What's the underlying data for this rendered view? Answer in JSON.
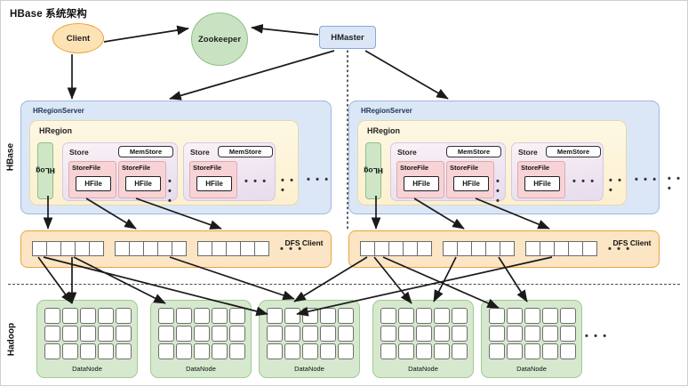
{
  "title": "HBase 系统架构",
  "side_labels": {
    "hbase": "HBase",
    "hadoop": "Hadoop"
  },
  "top_nodes": {
    "client": "Client",
    "zookeeper": "Zookeeper",
    "hmaster": "HMaster"
  },
  "region_servers": [
    {
      "title": "HRegionServer",
      "hregion_title": "HRegion",
      "hlog": "HLog",
      "stores": [
        {
          "title": "Store",
          "memstore": "MemStore",
          "storefiles": [
            {
              "title": "StoreFile",
              "hfile": "HFile"
            },
            {
              "title": "StoreFile",
              "hfile": "HFile"
            }
          ],
          "ellipsis": "• • •"
        },
        {
          "title": "Store",
          "memstore": "MemStore",
          "storefiles": [
            {
              "title": "StoreFile",
              "hfile": "HFile"
            }
          ],
          "ellipsis": "• • •"
        }
      ],
      "region_ellipsis": "• • •",
      "server_ellipsis": "• • •"
    },
    {
      "title": "HRegionServer",
      "hregion_title": "HRegion",
      "hlog": "HLog",
      "stores": [
        {
          "title": "Store",
          "memstore": "MemStore",
          "storefiles": [
            {
              "title": "StoreFile",
              "hfile": "HFile"
            },
            {
              "title": "StoreFile",
              "hfile": "HFile"
            }
          ],
          "ellipsis": "• • •"
        },
        {
          "title": "Store",
          "memstore": "MemStore",
          "storefiles": [
            {
              "title": "StoreFile",
              "hfile": "HFile"
            }
          ],
          "ellipsis": "• • •"
        }
      ],
      "region_ellipsis": "• • •",
      "server_ellipsis": "• • •"
    }
  ],
  "outer_ellipsis": "• • •",
  "dfs_clients": [
    {
      "label": "DFS Client",
      "groups": 3,
      "cells_per_group": 5,
      "ellipsis": "• • •"
    },
    {
      "label": "DFS Client",
      "groups": 3,
      "cells_per_group": 5,
      "ellipsis": "• • •"
    }
  ],
  "datanodes": [
    {
      "label": "DataNode",
      "blocks": 15
    },
    {
      "label": "DataNode",
      "blocks": 15
    },
    {
      "label": "DataNode",
      "blocks": 15
    },
    {
      "label": "DataNode",
      "blocks": 15
    },
    {
      "label": "DataNode",
      "blocks": 15
    }
  ],
  "datanode_ellipsis": "• • •",
  "colors": {
    "client_fill": "#fde3b4",
    "client_stroke": "#e8a33d",
    "zookeeper_fill": "#c9e3c2",
    "zookeeper_stroke": "#8cbf86",
    "hmaster_fill": "#dbe7f7",
    "hmaster_stroke": "#8aa8d0",
    "regionserver_fill": "#dbe7f7",
    "hregion_fill": "#fdf0cf",
    "hlog_fill": "#cfe6c6",
    "store_fill": "#e6dcee",
    "storefile_fill": "#f7d3d6",
    "dfs_fill": "#fce5c4",
    "datanode_fill": "#d6e8cd",
    "arrow": "#1a1a1a"
  }
}
